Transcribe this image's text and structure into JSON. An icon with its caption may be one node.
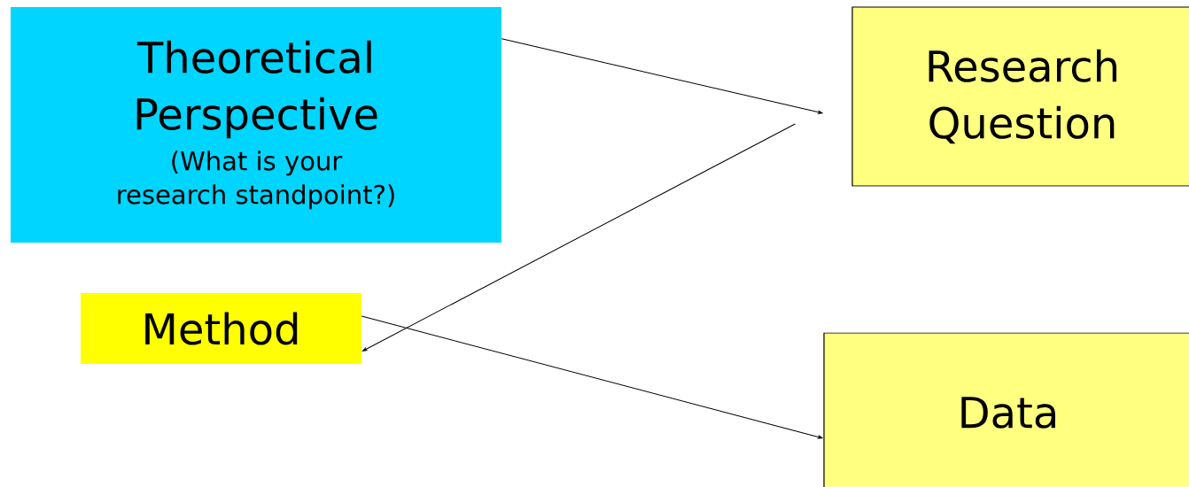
{
  "diagram": {
    "nodes": [
      {
        "text": [
          "Theoretical Perspective",
          "(What is your research standpoint?)"
        ]
      },
      {
        "text": [
          "Research Question"
        ]
      },
      {
        "text": [
          "Method"
        ]
      },
      {
        "text": [
          "Data"
        ]
      }
    ],
    "edges": [
      {
        "from": 0,
        "to": 1,
        "arrow": "to"
      },
      {
        "from": 1,
        "to": 2,
        "arrow": "to"
      },
      {
        "from": 2,
        "to": 3,
        "arrow": "to"
      }
    ]
  }
}
